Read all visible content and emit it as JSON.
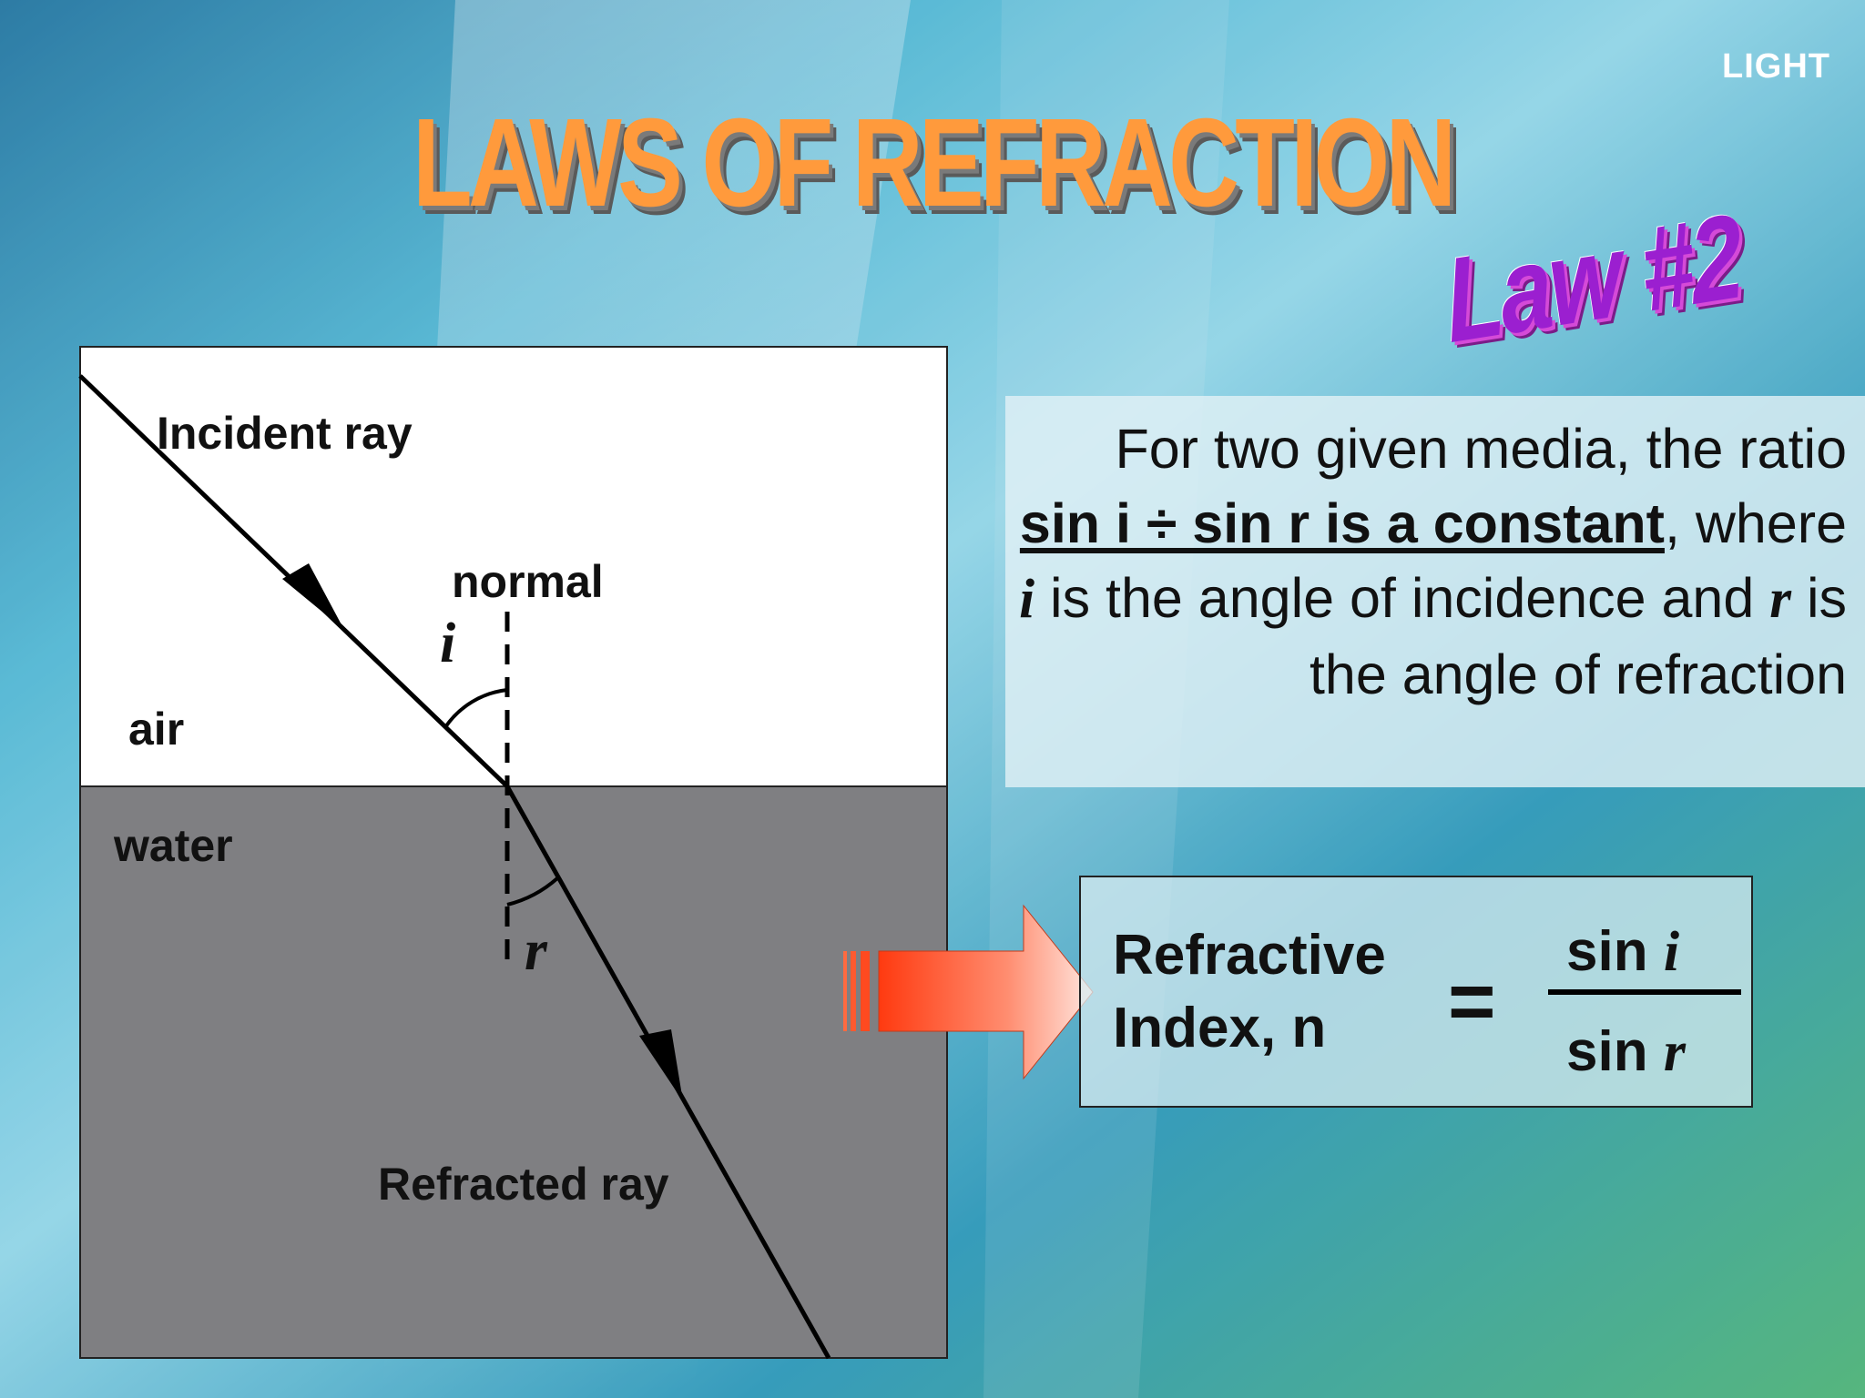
{
  "header": {
    "topic": "LIGHT",
    "title": "LAWS OF REFRACTION",
    "law_badge": "Law #2"
  },
  "definition": {
    "part1": "For two given media, the ratio",
    "key_statement": "sin i ÷ sin r is a constant",
    "part2": ", where",
    "var_i": "i",
    "part3": "is the angle of incidence and",
    "var_r": "r",
    "part4": "is the angle of refraction"
  },
  "diagram": {
    "labels": {
      "incident_ray": "Incident ray",
      "normal": "normal",
      "air": "air",
      "water": "water",
      "refracted_ray": "Refracted ray",
      "angle_i": "i",
      "angle_r": "r"
    },
    "colors": {
      "air": "#ffffff",
      "water": "#7f7f82",
      "ray": "#000000"
    }
  },
  "formula": {
    "label_line1": "Refractive",
    "label_line2": "Index, n",
    "equals": "=",
    "numerator_text": "sin",
    "numerator_var": "i",
    "denominator_text": "sin",
    "denominator_var": "r"
  },
  "colors": {
    "title": "#ff9a3c",
    "law_badge": "#9b1fd0",
    "arrow": "#ff4a1c"
  }
}
